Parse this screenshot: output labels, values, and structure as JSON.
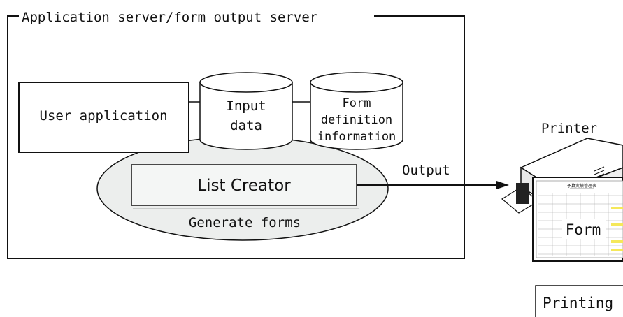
{
  "server_box": {
    "title": "Application server/form output server"
  },
  "user_app": {
    "label": "User application"
  },
  "input_data": {
    "line1": "Input",
    "line2": "data"
  },
  "form_def": {
    "line1": "Form",
    "line2": "definition",
    "line3": "information"
  },
  "list_creator": {
    "label": "List Creator",
    "caption": "Generate forms"
  },
  "output": {
    "label": "Output"
  },
  "printer": {
    "label": "Printer",
    "form_label": "Form",
    "doc_title": "予算実績管理表"
  },
  "printing": {
    "label": "Printing"
  },
  "colors": {
    "ellipse_fill": "#eceeed",
    "bar_fill": "#f4f6f5",
    "highlight": "#f5e85a",
    "stroke": "#111111"
  }
}
